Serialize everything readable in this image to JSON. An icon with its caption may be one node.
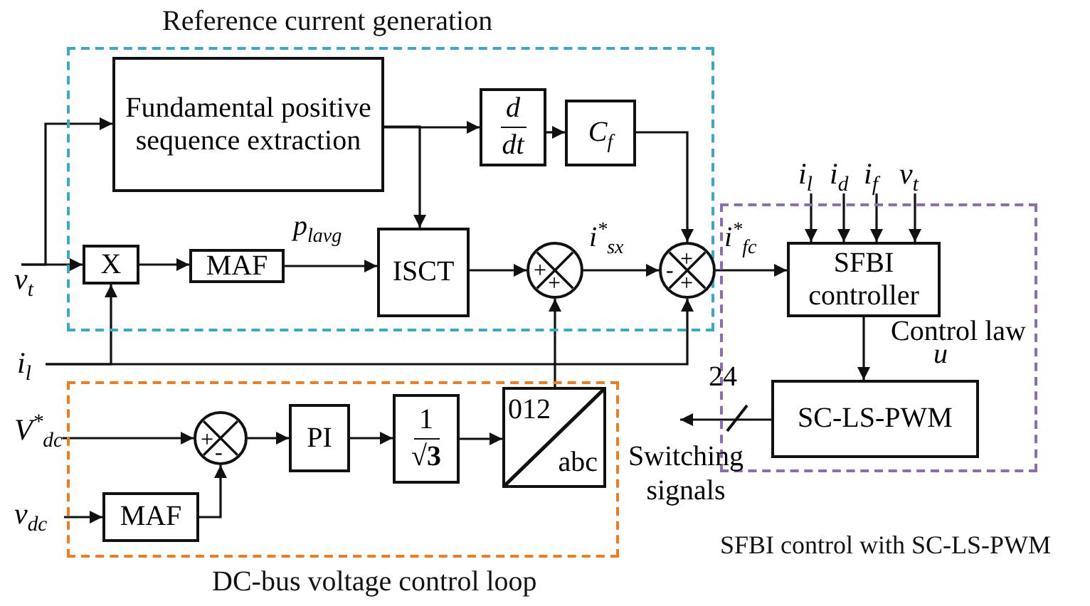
{
  "diagram": {
    "nodes": [
      {
        "text": [
          "Reference current generation"
        ]
      },
      {
        "text": [
          "Fundamental positive sequence extraction"
        ],
        "in": 0
      },
      {
        "text": [
          "d",
          "dt"
        ],
        "in": 0
      },
      {
        "text": [
          "C$_{f}$"
        ],
        "in": 0
      },
      {
        "text": [
          "X"
        ],
        "in": 0
      },
      {
        "text": [
          "MAF"
        ],
        "in": 0
      },
      {
        "text": [
          "ISCT"
        ],
        "in": 0
      },
      {
        "text": [
          "+",
          "+"
        ],
        "in": 0
      },
      {
        "text": [
          "+",
          "-",
          "+"
        ],
        "in": 0
      },
      {
        "text": [
          "SFBI controller"
        ],
        "in": 17
      },
      {
        "text": [
          "SC-LS-PWM"
        ],
        "in": 17
      },
      {
        "text": [
          "DC-bus voltage control loop"
        ]
      },
      {
        "text": [
          "+",
          "-"
        ],
        "in": 11
      },
      {
        "text": [
          "PI"
        ],
        "in": 11
      },
      {
        "text": [
          "1",
          "√3"
        ],
        "in": 11
      },
      {
        "text": [
          "012",
          "abc"
        ],
        "in": 11
      },
      {
        "text": [
          "MAF"
        ],
        "in": 11
      },
      {
        "text": [
          "SFBI control with SC-LS-PWM"
        ]
      },
      {
        "text": [
          "v$_{t}$"
        ]
      },
      {
        "text": [
          "i$_{l}$"
        ]
      },
      {
        "text": [
          "V$^{*}$$_{dc}$"
        ]
      },
      {
        "text": [
          "v$_{dc}$"
        ]
      },
      {
        "text": [
          "i$_{l}$"
        ]
      },
      {
        "text": [
          "i$_{d}$"
        ]
      },
      {
        "text": [
          "i$_{f}$"
        ]
      },
      {
        "text": [
          "v$_{t}$"
        ]
      },
      {
        "text": [
          "Switching signals"
        ]
      }
    ],
    "edges": [
      {
        "from": 18,
        "to": 1,
        "arrow": "to"
      },
      {
        "from": 18,
        "to": 4,
        "arrow": "to"
      },
      {
        "from": 1,
        "to": 2,
        "arrow": "to"
      },
      {
        "from": 1,
        "to": 6,
        "arrow": "to"
      },
      {
        "from": 2,
        "to": 3,
        "arrow": "to"
      },
      {
        "from": 3,
        "to": 8,
        "arrow": "to"
      },
      {
        "from": 4,
        "to": 5,
        "arrow": "to"
      },
      {
        "from": 5,
        "to": 6,
        "arrow": "to",
        "label": "p$_{lavg}$"
      },
      {
        "from": 6,
        "to": 7,
        "arrow": "to"
      },
      {
        "from": 7,
        "to": 8,
        "arrow": "to",
        "label": "i$^{*}$$_{sx}$"
      },
      {
        "from": 8,
        "to": 9,
        "arrow": "to",
        "label": "i$^{*}$$_{fc}$"
      },
      {
        "from": 19,
        "to": 4,
        "arrow": "to"
      },
      {
        "from": 19,
        "to": 8,
        "arrow": "to"
      },
      {
        "from": 15,
        "to": 7,
        "arrow": "to"
      },
      {
        "from": 20,
        "to": 12,
        "arrow": "to"
      },
      {
        "from": 21,
        "to": 16,
        "arrow": "to"
      },
      {
        "from": 16,
        "to": 12,
        "arrow": "to"
      },
      {
        "from": 12,
        "to": 13,
        "arrow": "to"
      },
      {
        "from": 13,
        "to": 14,
        "arrow": "to"
      },
      {
        "from": 14,
        "to": 15,
        "arrow": "to"
      },
      {
        "from": 22,
        "to": 9,
        "arrow": "to"
      },
      {
        "from": 23,
        "to": 9,
        "arrow": "to"
      },
      {
        "from": 24,
        "to": 9,
        "arrow": "to"
      },
      {
        "from": 25,
        "to": 9,
        "arrow": "to"
      },
      {
        "from": 9,
        "to": 10,
        "arrow": "to",
        "label": "Control law"
      },
      {
        "from": 10,
        "to": 26,
        "arrow": "to",
        "label": "24"
      }
    ],
    "labels": [
      "u"
    ]
  }
}
